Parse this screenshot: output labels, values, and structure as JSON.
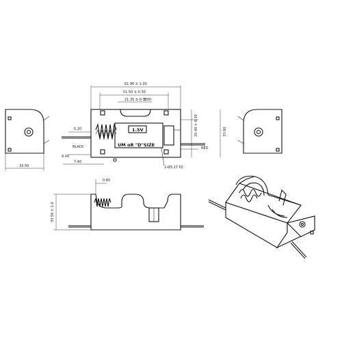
{
  "labels": {
    "overall_width": "61.90 ± 1.00",
    "inner_width": "51.50 ± 0.30",
    "slot_width": "21.35 ± 0.30",
    "top_small": "3.00",
    "height_top": "25.40 ± 0.30",
    "voltage": "1.5V",
    "cell_type": "UM oR \"D\"SIZE",
    "black_wire": "BLACK",
    "red_wire": "RED",
    "hole_callout": "2-Ø3.17 P2",
    "left_side_width": "33.50",
    "side_offset": "5.20",
    "small_height": "4.00",
    "low_left": "7.40",
    "side_height": "33.00",
    "bottom_small": "0.80",
    "front_height": "33.50 ± 1.0"
  }
}
